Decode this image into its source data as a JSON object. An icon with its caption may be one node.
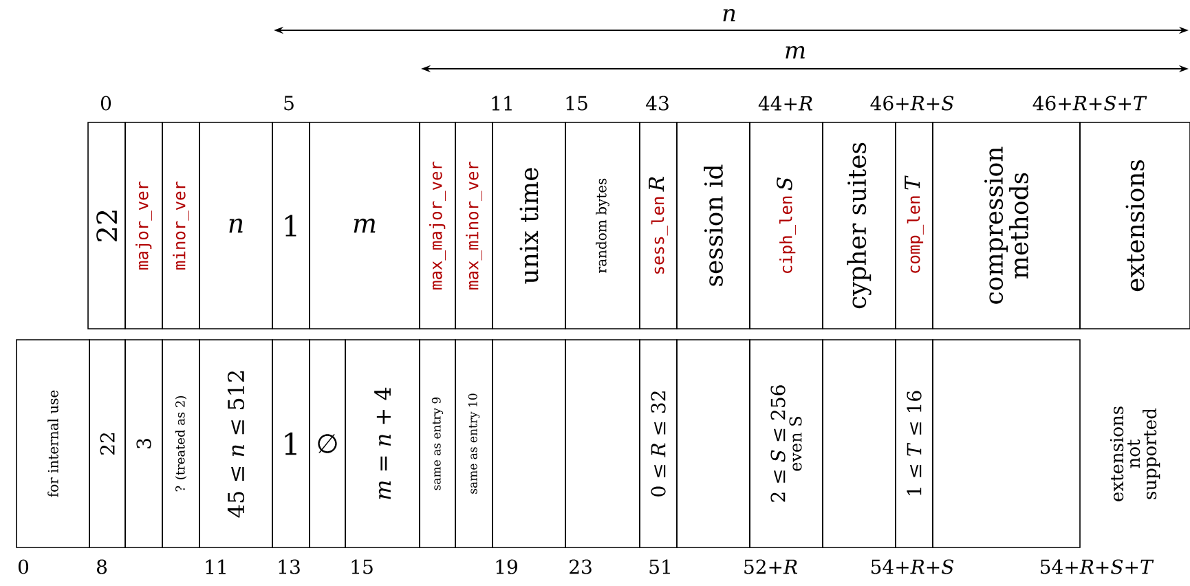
{
  "diagram": {
    "nodes": [
      {
        "text": [
          "22"
        ]
      },
      {
        "text": [
          "major_ver"
        ]
      },
      {
        "text": [
          "minor_ver"
        ]
      },
      {
        "text": [
          "n"
        ]
      },
      {
        "text": [
          "1"
        ]
      },
      {
        "text": [
          "m"
        ]
      },
      {
        "text": [
          "max_major_ver"
        ]
      },
      {
        "text": [
          "max_minor_ver"
        ]
      },
      {
        "text": [
          "unix time"
        ]
      },
      {
        "text": [
          "random bytes"
        ]
      },
      {
        "text": [
          "sess_len",
          "R"
        ]
      },
      {
        "text": [
          "session id"
        ]
      },
      {
        "text": [
          "ciph_len",
          "S"
        ]
      },
      {
        "text": [
          "cypher suites"
        ]
      },
      {
        "text": [
          "comp_len",
          "T"
        ]
      },
      {
        "text": [
          "compression methods"
        ]
      },
      {
        "text": [
          "extensions"
        ]
      },
      {
        "text": [
          "for internal use"
        ]
      },
      {
        "text": [
          "22"
        ]
      },
      {
        "text": [
          "3"
        ]
      },
      {
        "text": [
          "? (treated as 2)"
        ]
      },
      {
        "text": [
          "45 ≤ *n* ≤ 512"
        ]
      },
      {
        "text": [
          "1"
        ]
      },
      {
        "text": [
          "∅"
        ]
      },
      {
        "text": [
          "*m* = *n* + 4"
        ]
      },
      {
        "text": [
          "same as entry 9"
        ]
      },
      {
        "text": [
          "same as entry 10"
        ]
      },
      {
        "text": [],
        "shape": "box"
      },
      {
        "text": [],
        "shape": "box"
      },
      {
        "text": [
          "0 ≤ *R* ≤ 32"
        ]
      },
      {
        "text": [],
        "shape": "box"
      },
      {
        "text": [
          "2 ≤ *S* ≤ 256",
          "even S"
        ]
      },
      {
        "text": [],
        "shape": "box"
      },
      {
        "text": [
          "1 ≤ *T* ≤ 16"
        ]
      },
      {
        "text": [],
        "shape": "box"
      }
    ],
    "labels": [
      "n",
      "m",
      "0",
      "5",
      "11",
      "15",
      "43",
      "44+*R*",
      "46+*R*+*S*",
      "46+*R*+*S*+*T*",
      "extensions not supported",
      "0",
      "8",
      "11",
      "13",
      "15",
      "19",
      "23",
      "51",
      "52+*R*",
      "54+*R*+*S*",
      "54+*R*+*S*+*T*"
    ]
  }
}
